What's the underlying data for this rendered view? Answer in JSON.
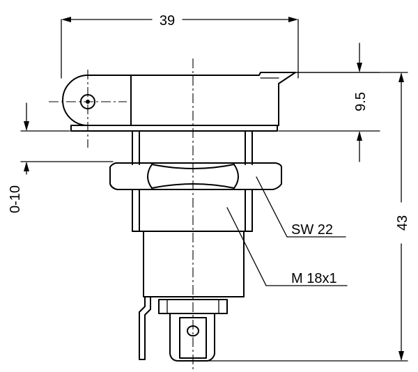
{
  "dimensions": {
    "width_top": "39",
    "lever_height": "9.5",
    "panel_range": "0-10",
    "total_height": "43"
  },
  "callouts": {
    "nut": "SW 22",
    "thread": "M 18x1"
  }
}
